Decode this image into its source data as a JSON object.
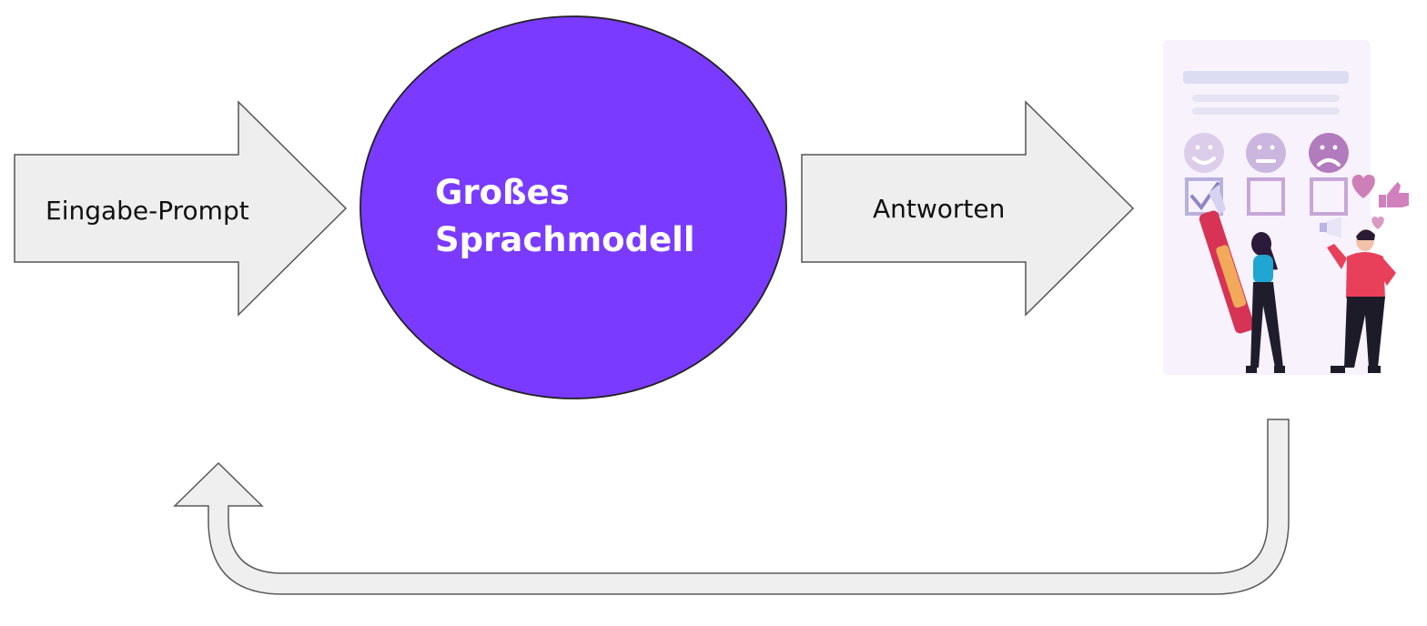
{
  "diagram": {
    "input_label": "Eingabe-Prompt",
    "model_label_line1": "Großes",
    "model_label_line2": "Sprachmodell",
    "output_label": "Antworten"
  },
  "colors": {
    "model_fill": "#7a3aff",
    "arrow_fill": "#eeeeee",
    "arrow_stroke": "#555555"
  },
  "illustration": {
    "subject": "feedback-survey-illustration",
    "faces": [
      "happy-face-icon",
      "neutral-face-icon",
      "sad-face-icon"
    ],
    "checked_box": "first"
  }
}
